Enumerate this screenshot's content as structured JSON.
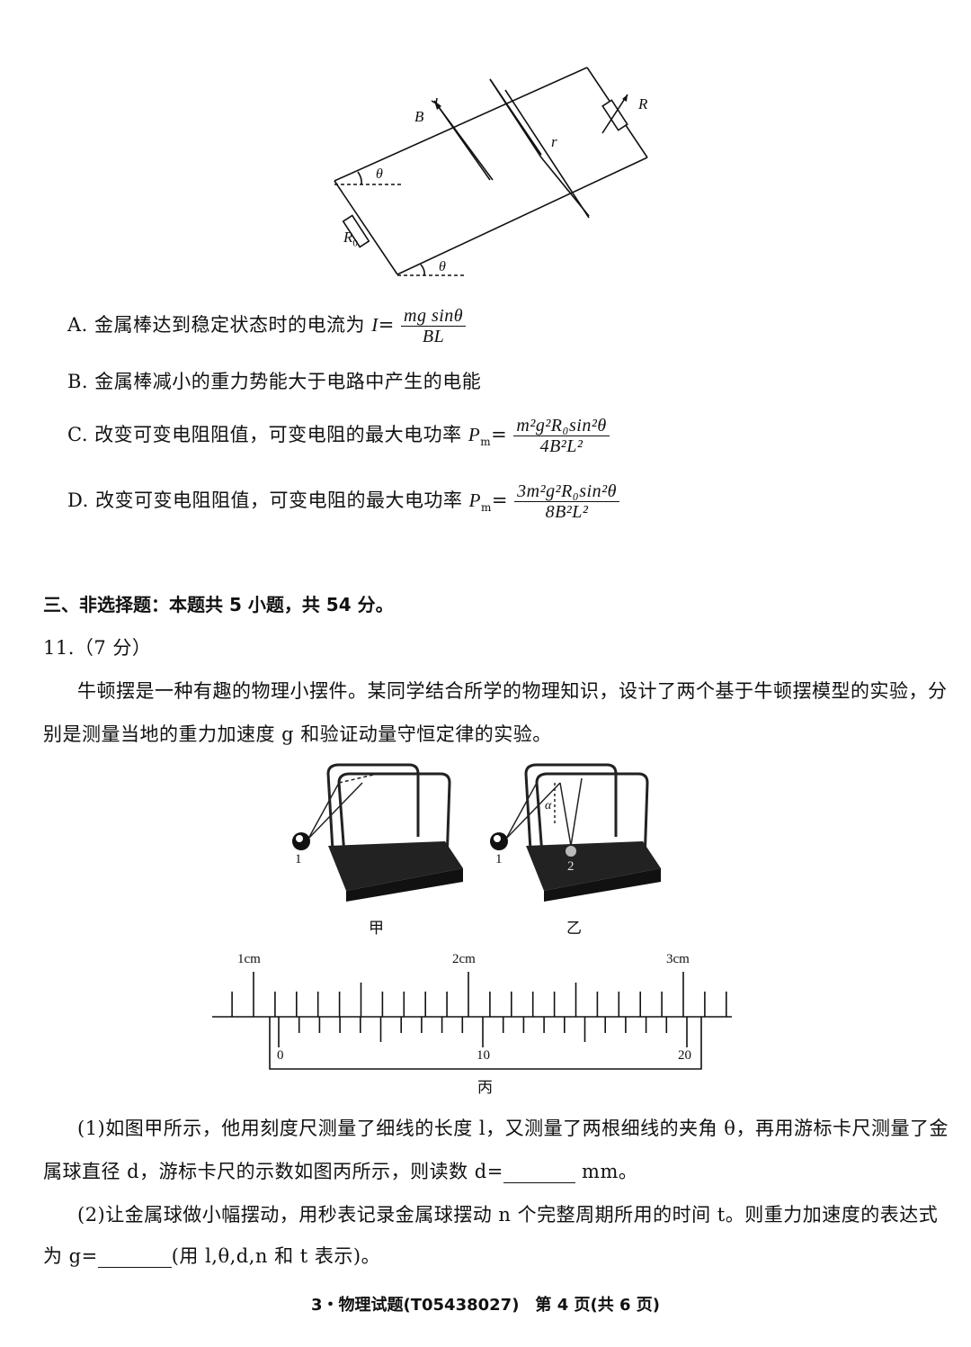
{
  "figure_circuit": {
    "labels": {
      "B": "B",
      "R": "R",
      "r": "r",
      "R0": "R",
      "R0_sub": "0",
      "theta_top": "θ",
      "theta_bottom": "θ"
    }
  },
  "options": {
    "A": {
      "prefix": "A. 金属棒达到稳定状态时的电流为",
      "var": "I",
      "eq": "=",
      "num": "mg sinθ",
      "den": "BL"
    },
    "B": {
      "text": "B. 金属棒减小的重力势能大于电路中产生的电能"
    },
    "C": {
      "prefix": "C. 改变可变电阻阻值，可变电阻的最大电功率",
      "var": "P",
      "sub": "m",
      "eq": "=",
      "num": "m²g²R₀sin²θ",
      "den": "4B²L²"
    },
    "D": {
      "prefix": "D. 改变可变电阻阻值，可变电阻的最大电功率",
      "var": "P",
      "sub": "m",
      "eq": "=",
      "num": "3m²g²R₀sin²θ",
      "den": "8B²L²"
    }
  },
  "section_heading": "三、非选择题：本题共 5 小题，共 54 分。",
  "question": {
    "number": "11.（7 分）",
    "intro_line1": "牛顿摆是一种有趣的物理小摆件。某同学结合所学的物理知识，设计了两个基于牛顿摆模型的实验，分",
    "intro_line2": "别是测量当地的重力加速度 g 和验证动量守恒定律的实验。"
  },
  "figures": {
    "jia_caption": "甲",
    "yi_caption": "乙",
    "bing_caption": "丙",
    "ball1_label": "1",
    "ball1_label_yi": "1",
    "ball2_label": "2",
    "alpha_label": "α"
  },
  "vernier": {
    "main_labels": [
      "1cm",
      "2cm",
      "3cm"
    ],
    "vernier_labels": [
      "0",
      "10",
      "20"
    ]
  },
  "parts": {
    "p1_line1": "(1)如图甲所示，他用刻度尺测量了细线的长度 l，又测量了两根细线的夹角 θ，再用游标卡尺测量了金",
    "p1_line2_a": "属球直径 d，游标卡尺的示数如图丙所示，则读数 d=",
    "p1_line2_b": "mm。",
    "p2_line1": "(2)让金属球做小幅摆动，用秒表记录金属球摆动 n 个完整周期所用的时间 t。则重力加速度的表达式",
    "p2_line2_a": "为 g=",
    "p2_line2_b": "(用 l,θ,d,n 和 t 表示)。"
  },
  "footer": "3・物理试题(T05438027)　第 4 页(共 6 页)"
}
